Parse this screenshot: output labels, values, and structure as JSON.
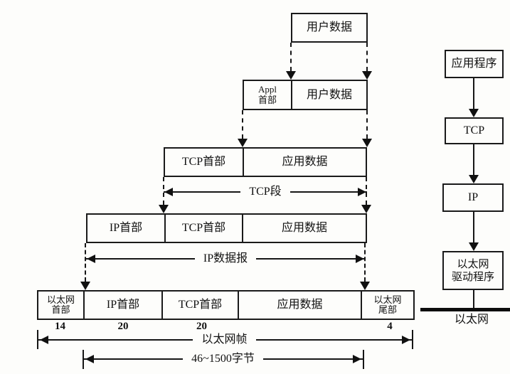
{
  "encapsulation": {
    "row_user": {
      "user_data": "用户数据"
    },
    "row_appl": {
      "appl_header": [
        "Appl",
        "首部"
      ],
      "user_data": "用户数据"
    },
    "row_tcp": {
      "tcp_header": "TCP首部",
      "app_data": "应用数据",
      "dim_label": "TCP段"
    },
    "row_ip": {
      "ip_header": "IP首部",
      "tcp_header": "TCP首部",
      "app_data": "应用数据",
      "dim_label": "IP数据报"
    },
    "row_eth": {
      "eth_header": [
        "以太网",
        "首部"
      ],
      "ip_header": "IP首部",
      "tcp_header": "TCP首部",
      "app_data": "应用数据",
      "eth_trailer": [
        "以太网",
        "尾部"
      ],
      "sizes": {
        "eth_header": "14",
        "ip_header": "20",
        "tcp_header": "20",
        "eth_trailer": "4"
      },
      "frame_dim_label": "以太网帧",
      "payload_dim_label": "46~1500字节"
    }
  },
  "protocol_stack": {
    "application": "应用程序",
    "tcp": "TCP",
    "ip": "IP",
    "ethernet_driver": [
      "以太网",
      "驱动程序"
    ],
    "ethernet_label": "以太网"
  },
  "colors": {
    "line": "#1a1a1a",
    "background": "#fdfdfb"
  }
}
